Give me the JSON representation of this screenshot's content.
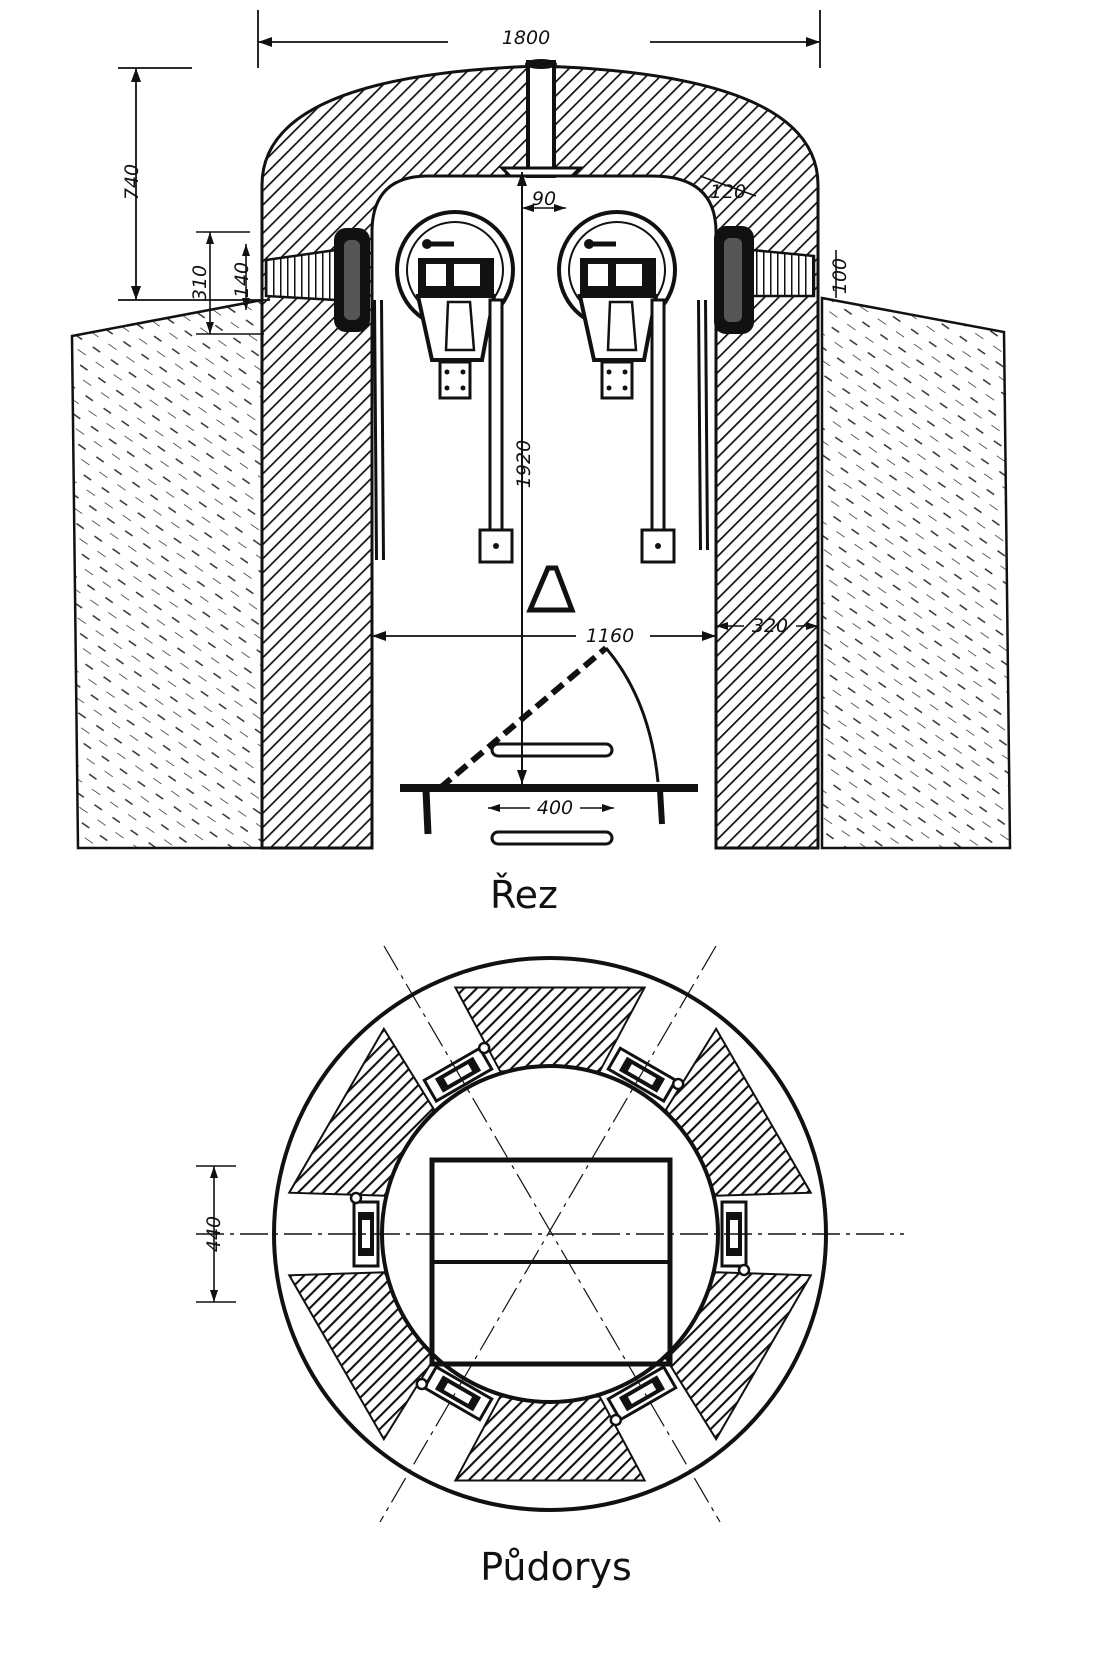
{
  "section": {
    "caption": "Řez",
    "dimensions": {
      "width_total": "1800",
      "roof_height": "740",
      "slit_zone": "310",
      "slit_height": "140",
      "slit_right": "100",
      "periscope_offset": "90",
      "roof_inner": "120",
      "interior_height": "1920",
      "interior_width": "1160",
      "wall_thickness": "320",
      "hatch_width": "400"
    }
  },
  "plan": {
    "caption": "Půdorys",
    "dimensions": {
      "slit_width": "440"
    }
  },
  "colors": {
    "ink": "#111111",
    "paper": "#ffffff"
  }
}
